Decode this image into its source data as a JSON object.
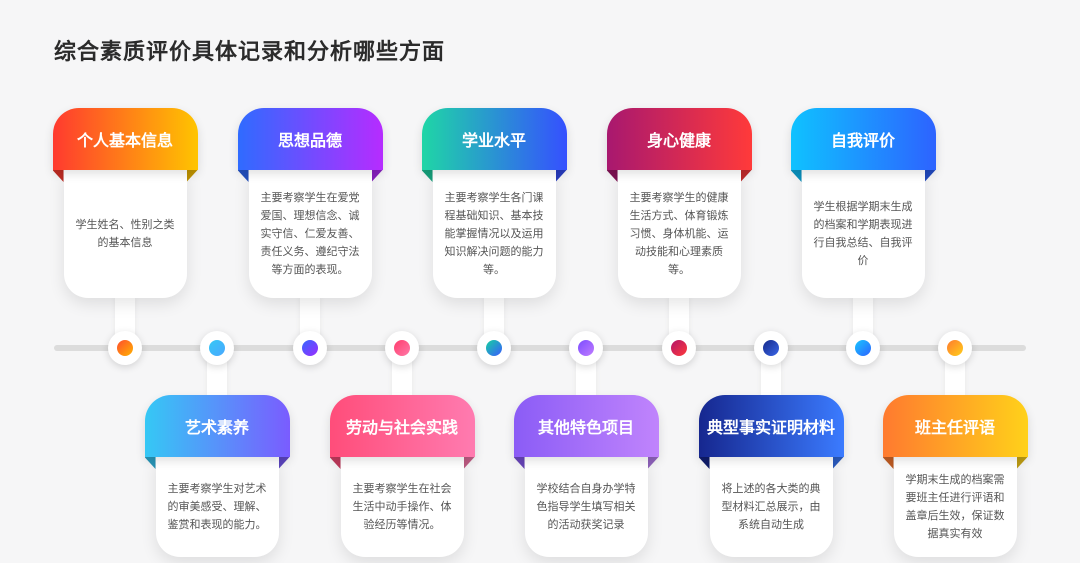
{
  "title": "综合素质评价具体记录和分析哪些方面",
  "cards": [
    {
      "label": "个人基本信息",
      "text": "学生姓名、性别之类的基本信息",
      "gradient": [
        "#ff3a2f",
        "#ffc400"
      ],
      "dot": [
        "#ff4d2d",
        "#ffb300"
      ]
    },
    {
      "label": "思想品德",
      "text": "主要考察学生在爱党爱国、理想信念、诚实守信、仁爱友善、责任义务、遵纪守法等方面的表现。",
      "gradient": [
        "#2f6bff",
        "#b62cff"
      ],
      "dot": [
        "#3568ff",
        "#9b2cff"
      ]
    },
    {
      "label": "学业水平",
      "text": "主要考察学生各门课程基础知识、基本技能掌握情况以及运用知识解决问题的能力等。",
      "gradient": [
        "#1fd6a6",
        "#3550ff"
      ],
      "dot": [
        "#14d1a0",
        "#3a5bff"
      ]
    },
    {
      "label": "身心健康",
      "text": "主要考察学生的健康生活方式、体育锻炼习惯、身体机能、运动技能和心理素质等。",
      "gradient": [
        "#a8186f",
        "#ff3a3a"
      ],
      "dot": [
        "#b3146a",
        "#ff3b3b"
      ]
    },
    {
      "label": "自我评价",
      "text": "学生根据学期末生成的档案和学期表现进行自我总结、自我评价",
      "gradient": [
        "#0fc2ff",
        "#2d63ff"
      ],
      "dot": [
        "#18c6ff",
        "#2d63ff"
      ]
    },
    {
      "label": "艺术素养",
      "text": "主要考察学生对艺术的审美感受、理解、鉴赏和表现的能力。",
      "gradient": [
        "#35c8f5",
        "#7a5cff"
      ],
      "dot": [
        "#35c8f5",
        "#4aa8ff"
      ]
    },
    {
      "label": "劳动与社会实践",
      "text": "主要考察学生在社会生活中动手操作、体验经历等情况。",
      "gradient": [
        "#ff4d7a",
        "#ff7bb0"
      ],
      "dot": [
        "#ff3d6e",
        "#ff7aa8"
      ]
    },
    {
      "label": "其他特色项目",
      "text": "学校结合自身办学特色指导学生填写相关的活动获奖记录",
      "gradient": [
        "#8b5cf6",
        "#c084fc"
      ],
      "dot": [
        "#7c4dff",
        "#c07cff"
      ]
    },
    {
      "label": "典型事实证明材料",
      "text": "将上述的各大类的典型材料汇总展示，由系统自动生成",
      "gradient": [
        "#16278f",
        "#3b7bff"
      ],
      "dot": [
        "#152a8a",
        "#3a66e8"
      ]
    },
    {
      "label": "班主任评语",
      "text": "学期末生成的档案需要班主任进行评语和盖章后生效，保证数据真实有效",
      "gradient": [
        "#ff7a2f",
        "#ffd11a"
      ],
      "dot": [
        "#ff7a2f",
        "#ffcf1a"
      ]
    }
  ]
}
